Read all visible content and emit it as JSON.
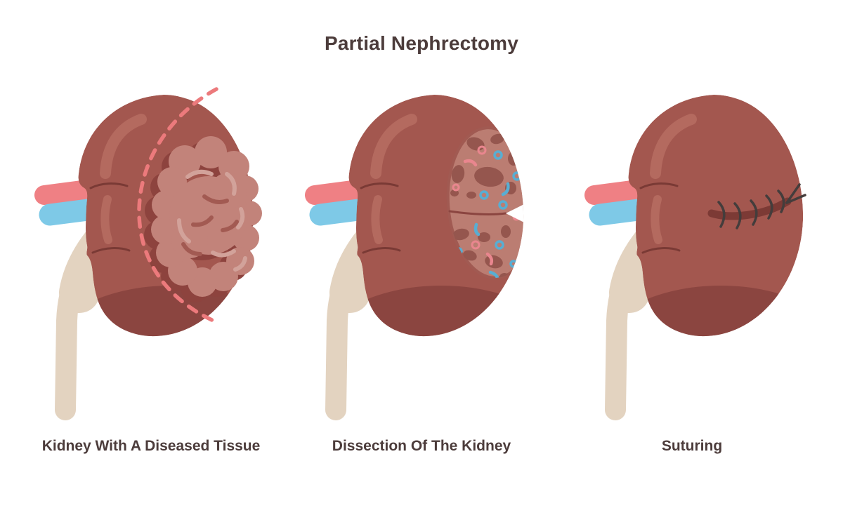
{
  "title": "Partial Nephrectomy",
  "panels": [
    {
      "id": "diseased",
      "label": "Kidney With A Diseased Tissue"
    },
    {
      "id": "dissection",
      "label": "Dissection Of The Kidney"
    },
    {
      "id": "suturing",
      "label": "Suturing"
    }
  ],
  "colors": {
    "bg": "#ffffff",
    "text": "#4c3c3b",
    "kidney_body": "#a3574f",
    "kidney_highlight": "#b46a5f",
    "kidney_shadow": "#8b4540",
    "crease": "#7a3a35",
    "tumor": "#c2837a",
    "tumor_shadow": "#8d433e",
    "tumor_light": "#d2a29a",
    "tumor_dark": "#a25a52",
    "dash": "#ec7a7c",
    "artery": "#ef8084",
    "vein": "#7ec9e7",
    "ureter": "#e3d3c0",
    "cut_surface": "#bb7d72",
    "cut_edge": "#a15a52",
    "cut_tissue": "#95564e",
    "vessel_pink": "#e9868e",
    "vessel_blue": "#58aed3",
    "incision": "#7c3a35",
    "thread": "#443d3c"
  }
}
